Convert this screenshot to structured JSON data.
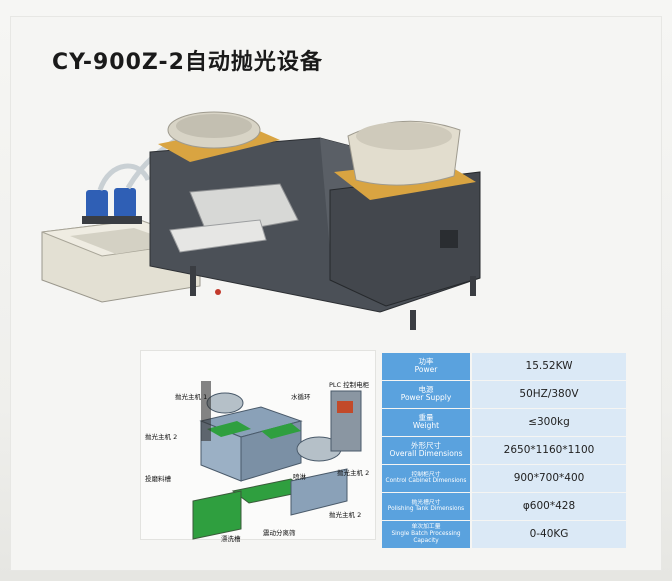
{
  "title": "CY-900Z-2自动抛光设备",
  "specs": [
    {
      "zh": "功率",
      "en": "Power",
      "value": "15.52KW"
    },
    {
      "zh": "电源",
      "en": "Power Supply",
      "value": "50HZ/380V"
    },
    {
      "zh": "重量",
      "en": "Weight",
      "value": "≤300kg"
    },
    {
      "zh": "外形尺寸",
      "en": "Overall Dimensions",
      "value": "2650*1160*1100"
    },
    {
      "zh": "控制柜尺寸",
      "en": "Control Cabinet Dimensions",
      "value": "900*700*400"
    },
    {
      "zh": "抛光槽尺寸",
      "en": "Polishing Tank Dimensions",
      "value": "φ600*428"
    },
    {
      "zh": "单次加工量",
      "en": "Single Batch Processing Capacity",
      "value": "0-40KG"
    }
  ],
  "diagram_labels": {
    "l1": "抛光主机 1",
    "l2": "水循环",
    "l3": "PLC 控制电柜",
    "l4": "抛光主机 2",
    "l5": "投磨料槽",
    "l6": "喷淋",
    "l7": "抛光主机 2",
    "l8": "震动分离筛",
    "l9": "漂洗槽",
    "l10": "抛光主机 2"
  },
  "colors": {
    "header_cell": "#5aa2de",
    "value_cell": "#dbe9f6",
    "machine_body": "#50555c",
    "tank": "#e4e1d6"
  }
}
